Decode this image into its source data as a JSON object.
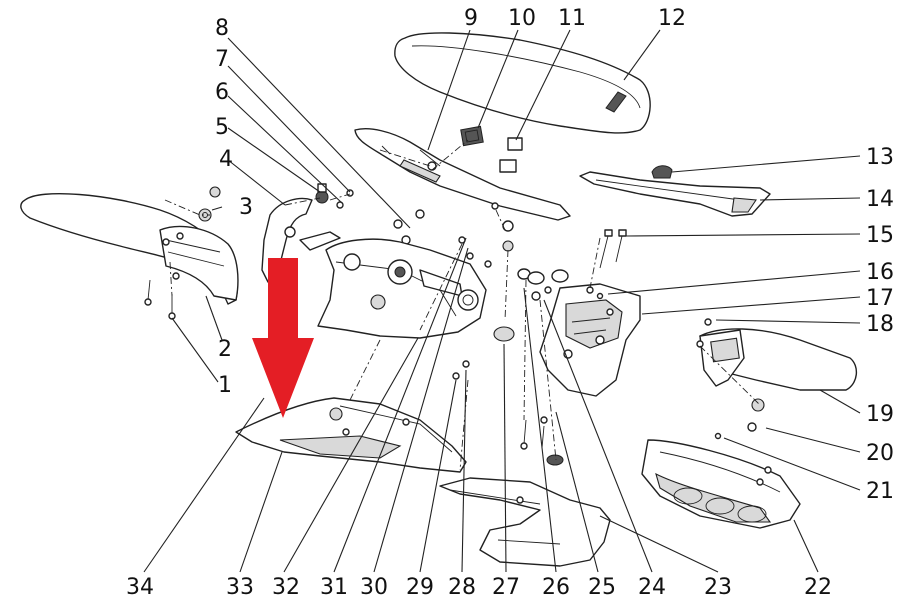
{
  "diagram": {
    "callouts": [
      "1",
      "2",
      "3",
      "4",
      "5",
      "6",
      "7",
      "8",
      "9",
      "10",
      "11",
      "12",
      "13",
      "14",
      "15",
      "16",
      "17",
      "18",
      "19",
      "20",
      "21",
      "22",
      "23",
      "24",
      "25",
      "26",
      "27",
      "28",
      "29",
      "30",
      "31",
      "32",
      "33",
      "34"
    ],
    "arrow_color": "#e41e25",
    "line_color": "#222222"
  }
}
